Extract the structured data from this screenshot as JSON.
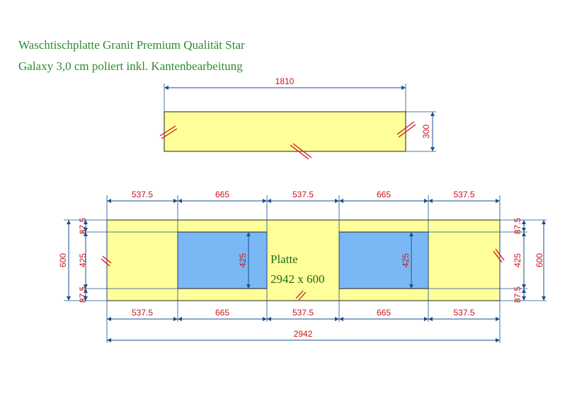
{
  "title": {
    "line1": "Waschtischplatte Granit Premium Qualität Star",
    "line2": "Galaxy 3,0 cm poliert inkl. Kantenbearbeitung"
  },
  "top_part": {
    "width_label": "1810",
    "height_label": "300"
  },
  "bottom_part": {
    "plate_name": "Platte",
    "plate_size": "2942 x 600",
    "segments_top": [
      "537.5",
      "665",
      "537.5",
      "665",
      "537.5"
    ],
    "segments_bottom": [
      "537.5",
      "665",
      "537.5",
      "665",
      "537.5"
    ],
    "total_width": "2942",
    "left_total_height": "600",
    "left_vertical": [
      "87.5",
      "425",
      "87.5"
    ],
    "right_total_height": "600",
    "right_vertical": [
      "87.5",
      "425",
      "87.5"
    ],
    "cutout_left_height": "425",
    "cutout_right_height": "425"
  },
  "colors": {
    "plate_fill": "#ffff99",
    "cutout_fill": "#7ab8f5",
    "dimension_line": "#1a4f8c",
    "dimension_text": "#c8161d",
    "title_text": "#2e8b2e",
    "edge_mark": "#c8161d"
  }
}
